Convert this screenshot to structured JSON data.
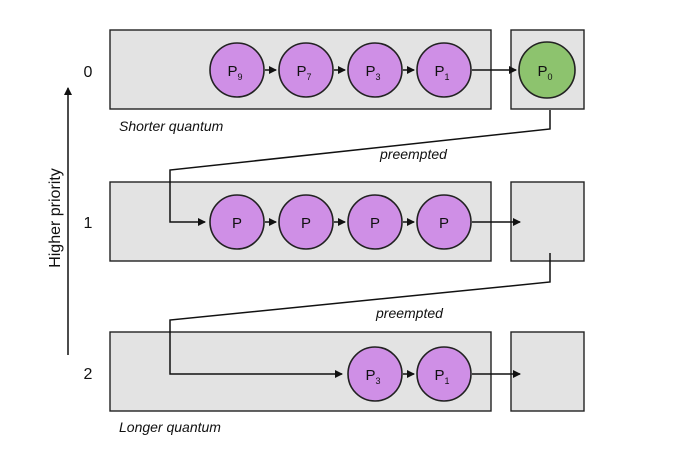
{
  "axis": {
    "label": "Higher priority"
  },
  "levels": [
    {
      "label": "0",
      "caption": "Shorter quantum",
      "processes": [
        {
          "base": "P",
          "sub": "9"
        },
        {
          "base": "P",
          "sub": "7"
        },
        {
          "base": "P",
          "sub": "3"
        },
        {
          "base": "P",
          "sub": "1"
        }
      ],
      "running": {
        "base": "P",
        "sub": "0"
      }
    },
    {
      "label": "1",
      "caption": "",
      "processes": [
        {
          "base": "P",
          "sub": ""
        },
        {
          "base": "P",
          "sub": ""
        },
        {
          "base": "P",
          "sub": ""
        },
        {
          "base": "P",
          "sub": ""
        }
      ],
      "running": null
    },
    {
      "label": "2",
      "caption": "Longer quantum",
      "processes": [
        {
          "base": "P",
          "sub": "3"
        },
        {
          "base": "P",
          "sub": "1"
        }
      ],
      "running": null
    }
  ],
  "transitions": [
    {
      "label": "preempted"
    },
    {
      "label": "preempted"
    }
  ],
  "colors": {
    "queue_fill": "#e3e3e3",
    "process_fill": "#cf8fe6",
    "running_fill": "#8dc36e"
  }
}
